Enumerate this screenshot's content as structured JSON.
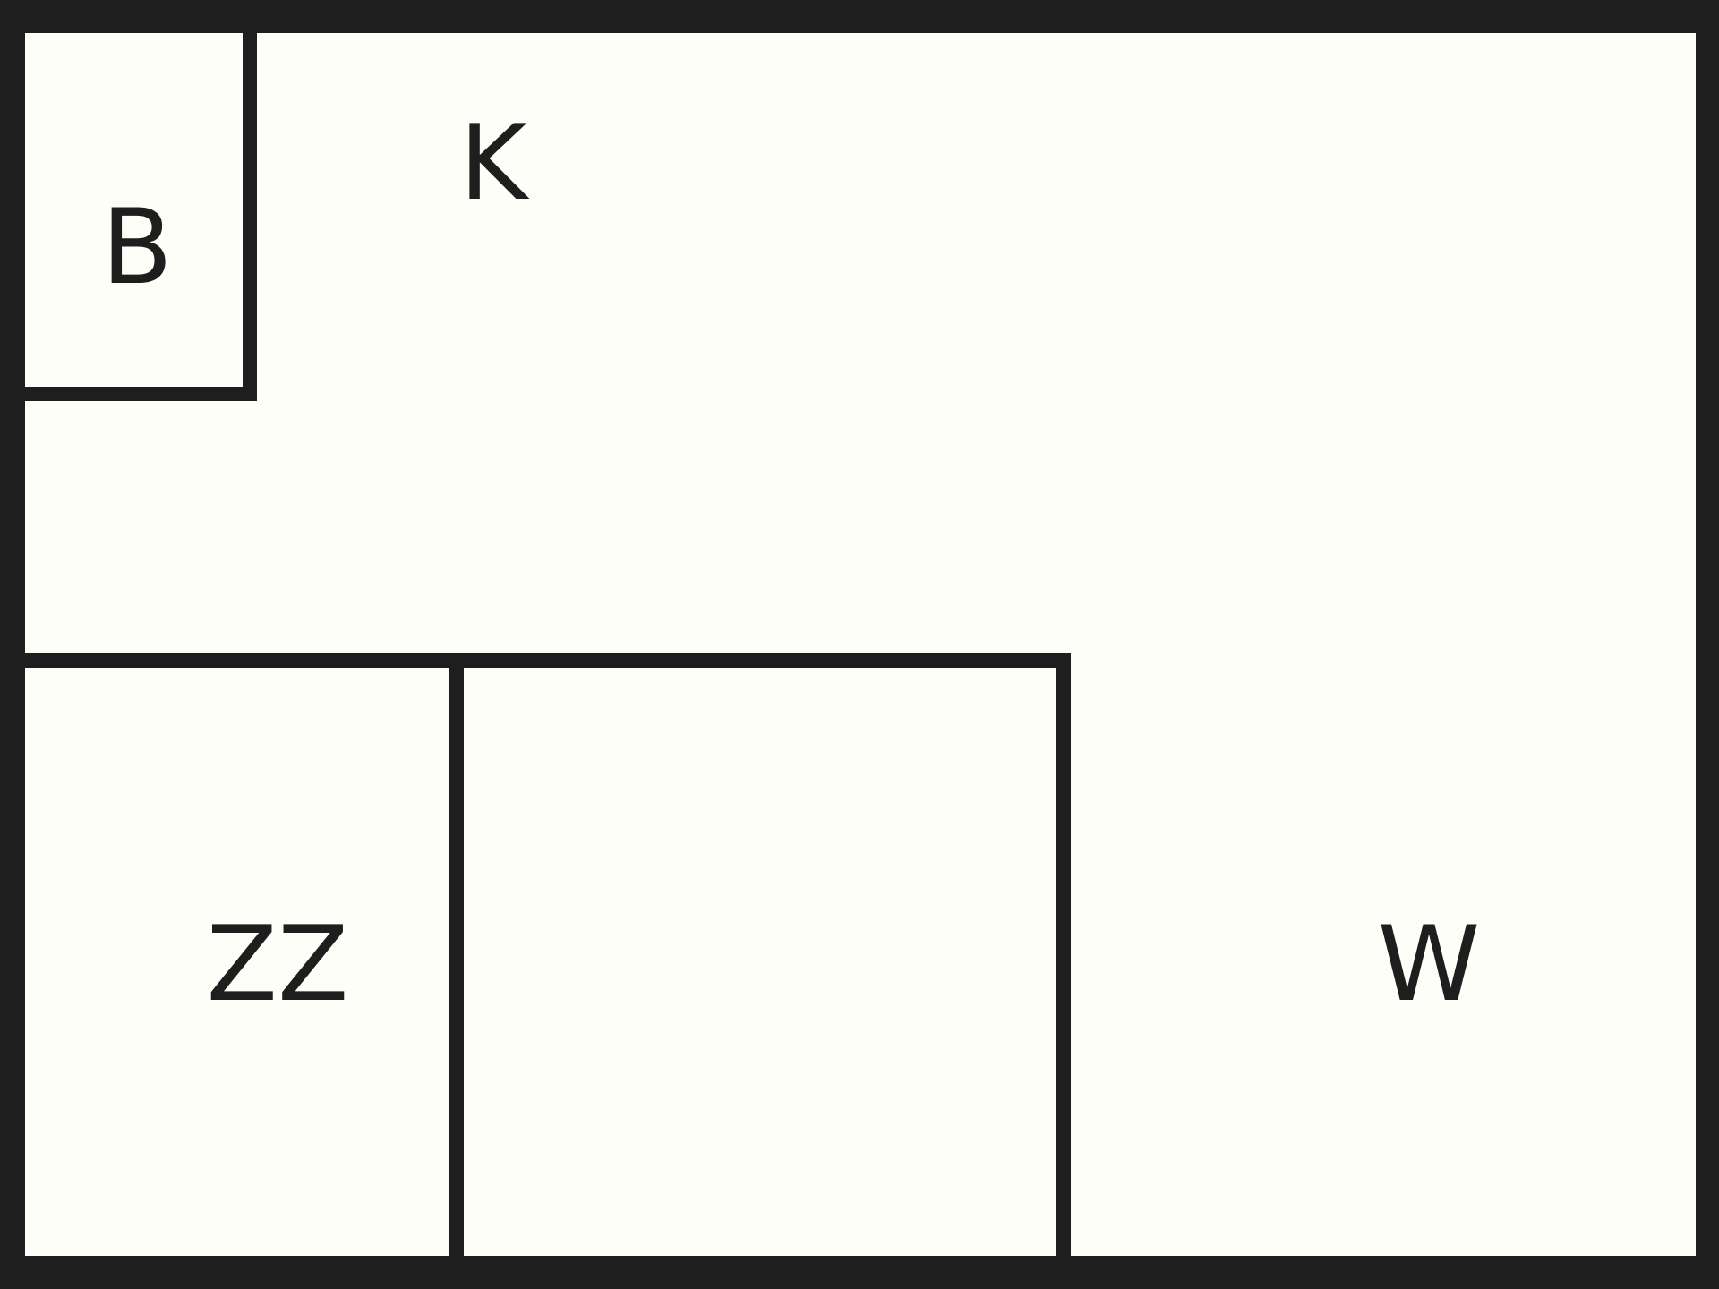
{
  "diagram": {
    "colors": {
      "background": "#fdfef8",
      "border": "#1f1e1e",
      "text": "#1f1e1e"
    },
    "regions": [
      {
        "id": "B",
        "label": "B"
      },
      {
        "id": "K",
        "label": "K"
      },
      {
        "id": "ZZ",
        "label": "ZZ"
      },
      {
        "id": "unlabeled",
        "label": ""
      },
      {
        "id": "W",
        "label": "W"
      }
    ]
  }
}
